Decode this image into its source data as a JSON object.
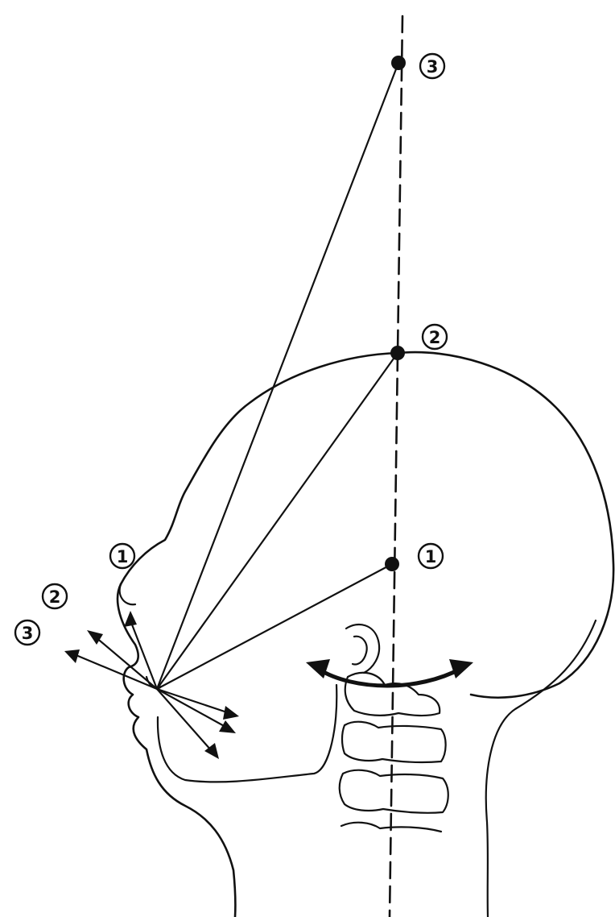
{
  "labels": {
    "axis_point_1": "1",
    "axis_point_2": "2",
    "axis_point_3": "3",
    "ray_1": "1",
    "ray_2": "2",
    "ray_3": "3"
  },
  "colors": {
    "ink": "#111111",
    "background": "#ffffff"
  }
}
